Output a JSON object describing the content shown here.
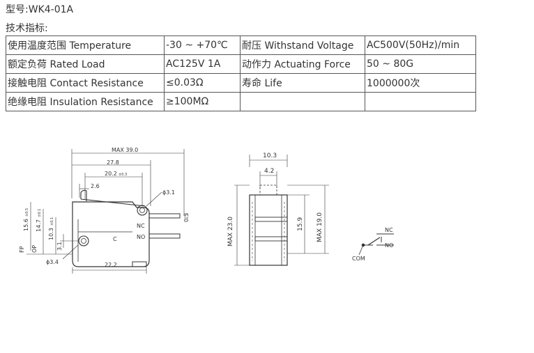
{
  "model_label": "型号:WK4-01A",
  "spec_heading": "技术指标:",
  "spec_rows": [
    [
      "使用温度范围 Temperature",
      "-30 ~ +70℃",
      "耐压 Withstand Voltage",
      "AC500V(50Hz)/min"
    ],
    [
      "额定负荷 Rated Load",
      "AC125V 1A",
      "动作力 Actuating Force",
      "50 ~ 80G"
    ],
    [
      "接触电阻 Contact Resistance",
      "≤0.03Ω",
      "寿命 Life",
      "1000000次"
    ],
    [
      "绝缘电阻 Insulation Resistance",
      "≥100MΩ",
      "",
      ""
    ]
  ],
  "drawing_labels": {
    "max_39": "MAX 39.0",
    "d_27_8": "27.8",
    "d_20_2": "20.2",
    "tol_20_2": "±0.3",
    "d_2_6": "2.6",
    "hole_3_1": "ϕ3.1",
    "d_15_6": "15.6",
    "tol_15_6": "±0.5",
    "d_14_7": "14.7",
    "tol_14_7": "±0.1",
    "d_10_3v": "10.3",
    "tol_10_3v": "±0.1",
    "d_3_1": "3.1",
    "fp": "FP",
    "op": "OP",
    "hole_3_4": "ϕ3.4",
    "d_22_2": "22.2",
    "d_0_5": "0.5",
    "nc": "NC",
    "no": "NO",
    "c": "C",
    "side_10_3": "10.3",
    "side_4_2": "4.2",
    "max_23": "MAX  23.0",
    "d_15_9": "15.9",
    "max_19": "MAX  19.0",
    "sch_nc": "NC",
    "sch_no": "NO",
    "sch_com": "COM"
  }
}
